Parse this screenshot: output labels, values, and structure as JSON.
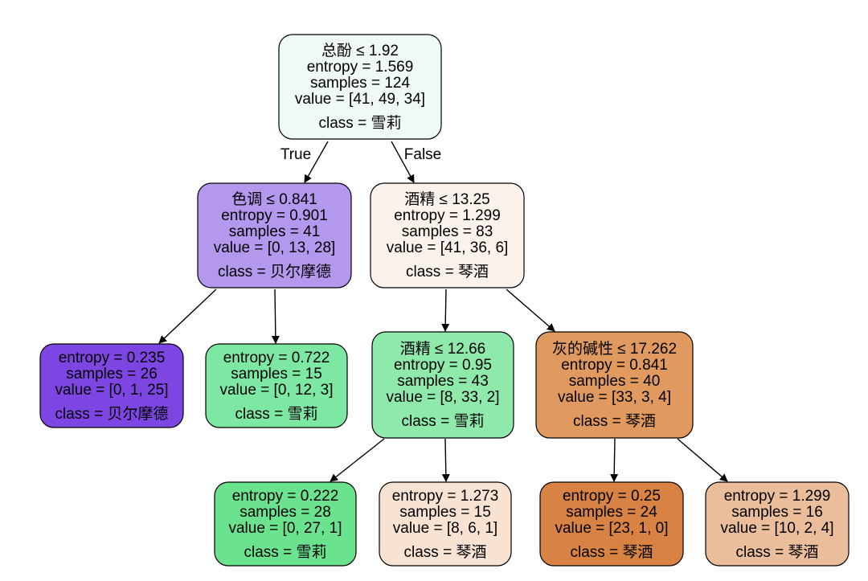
{
  "tree": {
    "edge_labels": {
      "true": "True",
      "false": "False"
    },
    "nodes": [
      {
        "id": "root",
        "color": "#f0faf4",
        "lines": [
          "总酚 ≤ 1.92",
          "entropy = 1.569",
          "samples = 124",
          "value = [41, 49, 34]",
          "class = 雪莉"
        ]
      },
      {
        "id": "n1",
        "color": "#b398ee",
        "lines": [
          "色调 ≤ 0.841",
          "entropy = 0.901",
          "samples = 41",
          "value = [0, 13, 28]",
          "class = 贝尔摩德"
        ]
      },
      {
        "id": "n2",
        "color": "#fcf2ec",
        "lines": [
          "酒精 ≤ 13.25",
          "entropy = 1.299",
          "samples = 83",
          "value = [41, 36, 6]",
          "class = 琴酒"
        ]
      },
      {
        "id": "n3",
        "color": "#7d46e3",
        "lines": [
          "entropy = 0.235",
          "samples = 26",
          "value = [0, 1, 25]",
          "class = 贝尔摩德"
        ]
      },
      {
        "id": "n4",
        "color": "#7de8a4",
        "lines": [
          "entropy = 0.722",
          "samples = 15",
          "value = [0, 12, 3]",
          "class = 雪莉"
        ]
      },
      {
        "id": "n5",
        "color": "#8ee9ab",
        "lines": [
          "酒精 ≤ 12.66",
          "entropy = 0.95",
          "samples = 43",
          "value = [8, 33, 2]",
          "class = 雪莉"
        ]
      },
      {
        "id": "n6",
        "color": "#e0995e",
        "lines": [
          "灰的碱性 ≤ 17.262",
          "entropy = 0.841",
          "samples = 40",
          "value = [33, 3, 4]",
          "class = 琴酒"
        ]
      },
      {
        "id": "n7",
        "color": "#6be38e",
        "lines": [
          "entropy = 0.222",
          "samples = 28",
          "value = [0, 27, 1]",
          "class = 雪莉"
        ]
      },
      {
        "id": "n8",
        "color": "#f8e2d2",
        "lines": [
          "entropy = 1.273",
          "samples = 15",
          "value = [8, 6, 1]",
          "class = 琴酒"
        ]
      },
      {
        "id": "n9",
        "color": "#d88243",
        "lines": [
          "entropy = 0.25",
          "samples = 24",
          "value = [23, 1, 0]",
          "class = 琴酒"
        ]
      },
      {
        "id": "n10",
        "color": "#ecbd9a",
        "lines": [
          "entropy = 1.299",
          "samples = 16",
          "value = [10, 2, 4]",
          "class = 琴酒"
        ]
      }
    ],
    "edges": [
      {
        "from": "root",
        "to": "n1",
        "label": "true"
      },
      {
        "from": "root",
        "to": "n2",
        "label": "false"
      },
      {
        "from": "n1",
        "to": "n3"
      },
      {
        "from": "n1",
        "to": "n4"
      },
      {
        "from": "n2",
        "to": "n5"
      },
      {
        "from": "n2",
        "to": "n6"
      },
      {
        "from": "n5",
        "to": "n7"
      },
      {
        "from": "n5",
        "to": "n8"
      },
      {
        "from": "n6",
        "to": "n9"
      },
      {
        "from": "n6",
        "to": "n10"
      }
    ]
  }
}
